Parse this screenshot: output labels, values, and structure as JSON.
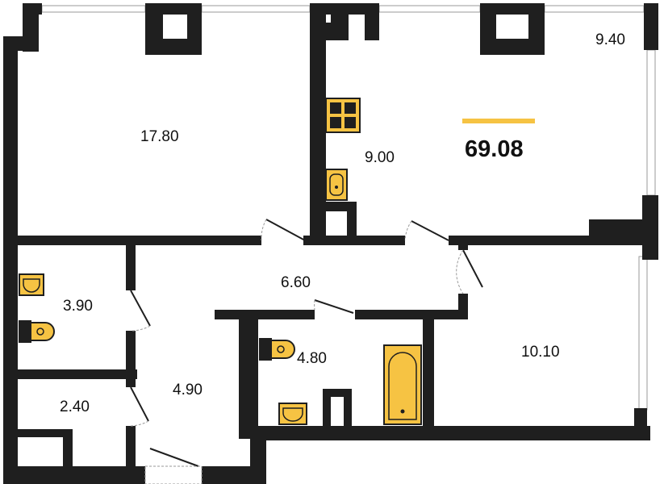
{
  "plan": {
    "total_area": "69.08",
    "accent_color": "#f6c343",
    "fixture_color": "#f6c343",
    "wall_color": "#1f1f1f",
    "rooms": [
      {
        "id": "bedroom-1",
        "area": "17.80"
      },
      {
        "id": "kitchen",
        "area": "9.00"
      },
      {
        "id": "balcony",
        "area": "9.40"
      },
      {
        "id": "corridor",
        "area": "6.60"
      },
      {
        "id": "toilet",
        "area": "3.90"
      },
      {
        "id": "bathroom",
        "area": "4.80"
      },
      {
        "id": "hall",
        "area": "4.90"
      },
      {
        "id": "storage",
        "area": "2.40"
      },
      {
        "id": "bedroom-2",
        "area": "10.10"
      }
    ]
  }
}
